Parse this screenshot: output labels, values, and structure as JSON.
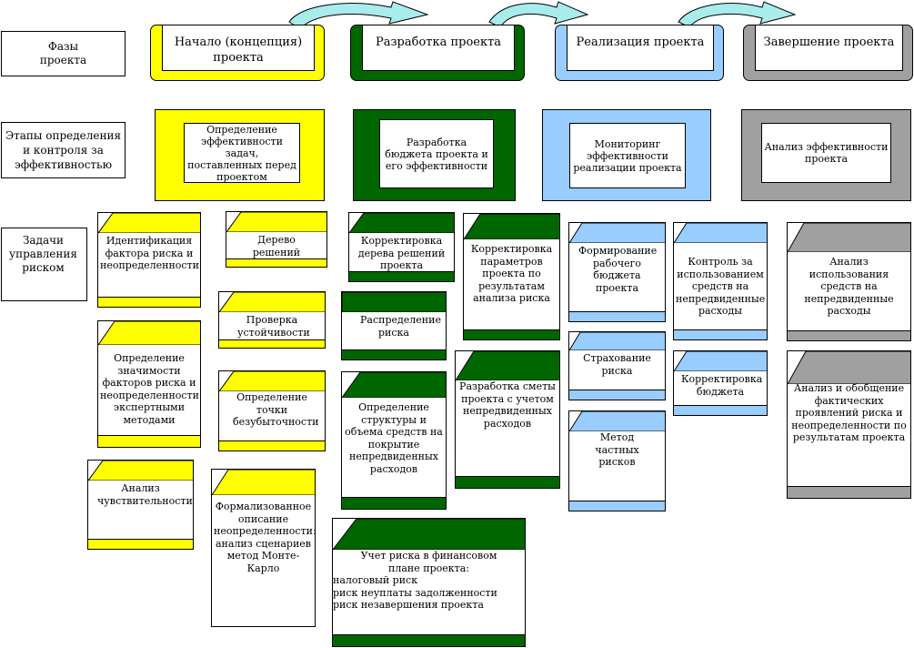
{
  "colors": {
    "yellow": "#ffff00",
    "green": "#006600",
    "blue": "#99ccff",
    "gray": "#a0a0a0",
    "arrow": "#a8ecec"
  },
  "row_labels": {
    "phases": "Фазы проекта",
    "stages": "Этапы определения и контроля за эффективностью",
    "tasks": "Задачи управления риском"
  },
  "phases": [
    {
      "label": "Начало (концепция) проекта"
    },
    {
      "label": "Разработка проекта"
    },
    {
      "label": "Реализация проекта"
    },
    {
      "label": "Завершение проекта"
    }
  ],
  "stages": [
    {
      "label": "Определение эффективности задач, поставленных перед проектом"
    },
    {
      "label": "Разработка бюджета проекта и его эффективности"
    },
    {
      "label": "Мониторинг эффективности реализации проекта"
    },
    {
      "label": "Анализ эффективности проекта"
    }
  ],
  "tasks": {
    "t1": "Идентификация фактора риска и неопределенности",
    "t2": "Определение значимости факторов риска и неопределенности экспертными методами",
    "t3": "Анализ чувствительности",
    "t4": "Дерево решений",
    "t5": "Проверка устойчивости",
    "t6": "Определение точки безубыточности",
    "t7": "Формализованное описание неопределенности: анализ сценариев метод Монте-Карло",
    "t8": "Корректировка дерева решений проекта",
    "t9": "Распределение риска",
    "t10": "Определение структуры и объема средств на покрытие непредвиденных расходов",
    "t11": "Корректировка параметров проекта по результатам анализа риска",
    "t12": "Разработка сметы проекта с учетом непредвиденных расходов",
    "t13": "Формирование рабочего бюджета проекта",
    "t14": "Страхование риска",
    "t15": "Метод частных рисков",
    "t16": "Контроль за использованием средств на непредвиденные расходы",
    "t17": "Корректировка бюджета",
    "t18": "Анализ использования средств на непредвиденные расходы",
    "t19": "Анализ и обобщение фактических проявлений риска и неопределенности по результатам проекта",
    "t20_title": "Учет риска в финансовом плане проекта:",
    "t20_l1": "налоговый риск",
    "t20_l2": "риск неуплаты задолженности",
    "t20_l3": "риск незавершения проекта"
  }
}
